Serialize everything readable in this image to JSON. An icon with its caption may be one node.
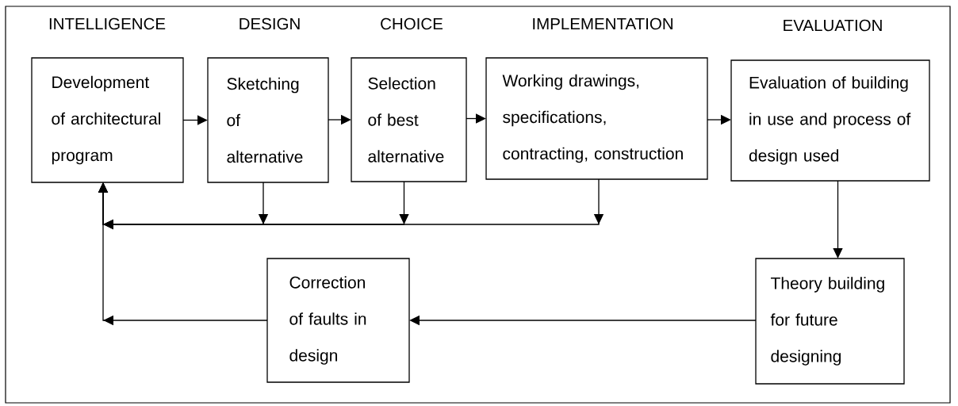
{
  "diagram": {
    "nodes": [
      {
        "text": [
          "INTELLIGENCE",
          "Development of architectural program"
        ]
      },
      {
        "text": [
          "DESIGN",
          "Sketching of alternative"
        ]
      },
      {
        "text": [
          "CHOICE",
          "Selection of best alternative"
        ]
      },
      {
        "text": [
          "IMPLEMENTATION",
          "Working drawings, specifications, contracting, construction"
        ]
      },
      {
        "text": [
          "EVALUATION",
          "Evaluation of building in use and process of design used"
        ]
      },
      {
        "text": [
          "Theory building for future designing"
        ]
      },
      {
        "text": [
          "Correction of faults in design"
        ]
      }
    ],
    "edges": [
      {
        "from": 0,
        "to": 1,
        "arrow": "to"
      },
      {
        "from": 1,
        "to": 2,
        "arrow": "to"
      },
      {
        "from": 2,
        "to": 3,
        "arrow": "to"
      },
      {
        "from": 3,
        "to": 4,
        "arrow": "to"
      },
      {
        "from": 1,
        "to": 0,
        "arrow": "to"
      },
      {
        "from": 2,
        "to": 0,
        "arrow": "to"
      },
      {
        "from": 3,
        "to": 0,
        "arrow": "to"
      },
      {
        "from": 4,
        "to": 5,
        "arrow": "to"
      },
      {
        "from": 5,
        "to": 6,
        "arrow": "to"
      },
      {
        "from": 6,
        "to": 0,
        "arrow": "to"
      }
    ]
  }
}
